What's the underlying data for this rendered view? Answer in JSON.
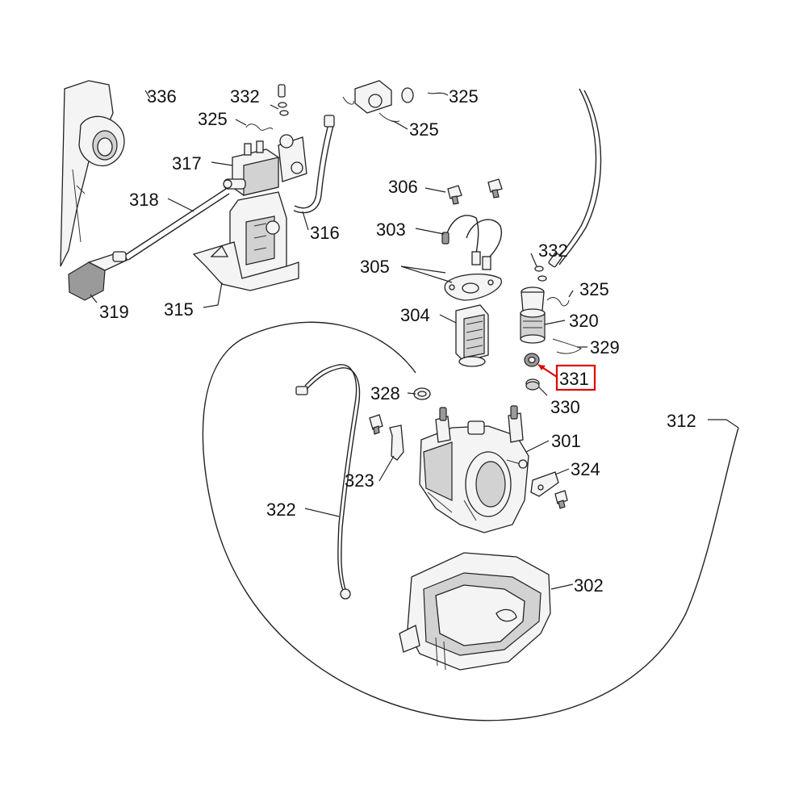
{
  "diagram": {
    "labels": {
      "p336": "336",
      "p332a": "332",
      "p325a": "325",
      "p325b": "325",
      "p325c": "325",
      "p317": "317",
      "p318": "318",
      "p316": "316",
      "p319": "319",
      "p315": "315",
      "p306": "306",
      "p303": "303",
      "p332b": "332",
      "p305": "305",
      "p325d": "325",
      "p304": "304",
      "p320": "320",
      "p329": "329",
      "p331": "331",
      "p330": "330",
      "p328": "328",
      "p312": "312",
      "p301": "301",
      "p324": "324",
      "p323": "323",
      "p322": "322",
      "p302": "302"
    },
    "highlight": {
      "part": "331",
      "color": "#e00000"
    }
  }
}
